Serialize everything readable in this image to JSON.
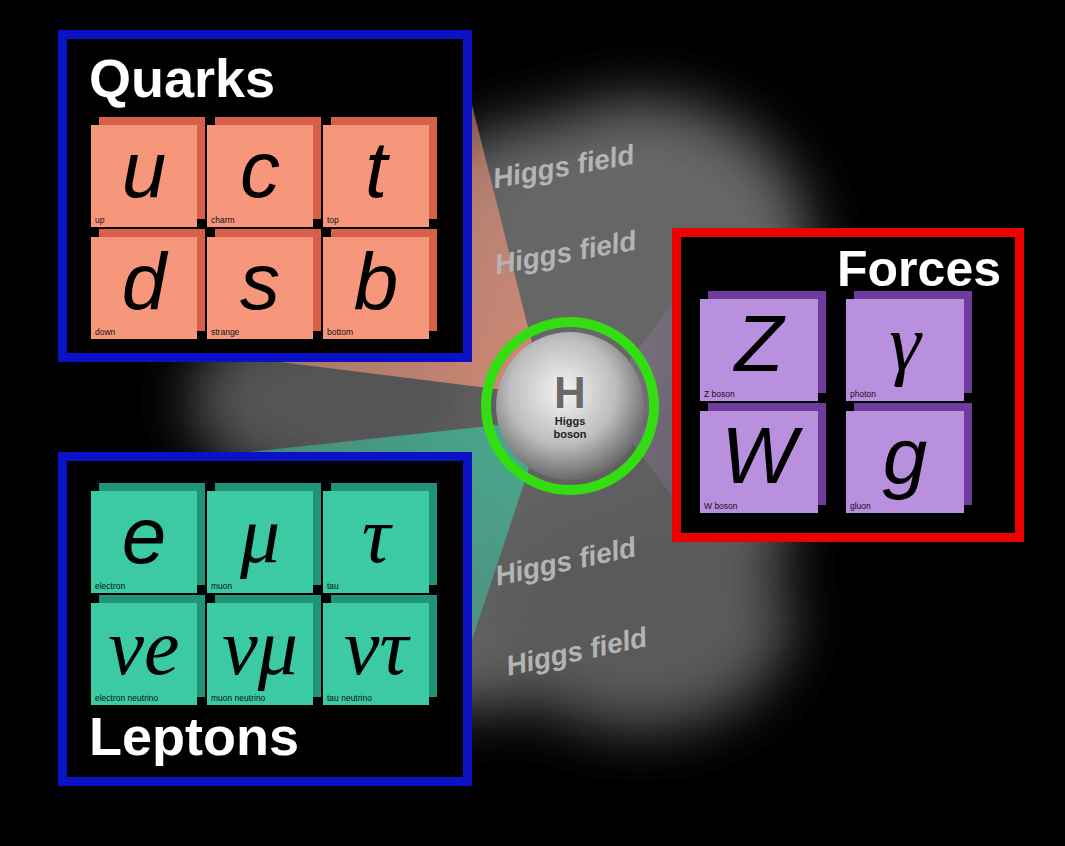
{
  "diagram": {
    "nodes": [
      {
        "text": [
          "Quarks"
        ]
      },
      {
        "text": [
          "u",
          "up"
        ],
        "in": 0
      },
      {
        "text": [
          "c",
          "charm"
        ],
        "in": 0
      },
      {
        "text": [
          "t",
          "top"
        ],
        "in": 0
      },
      {
        "text": [
          "d",
          "down"
        ],
        "in": 0
      },
      {
        "text": [
          "s",
          "strange"
        ],
        "in": 0
      },
      {
        "text": [
          "b",
          "bottom"
        ],
        "in": 0
      },
      {
        "text": [
          "Forces"
        ]
      },
      {
        "text": [
          "Z",
          "Z boson"
        ],
        "in": 7
      },
      {
        "text": [
          "γ",
          "photon"
        ],
        "in": 7
      },
      {
        "text": [
          "W",
          "W boson"
        ],
        "in": 7
      },
      {
        "text": [
          "g",
          "gluon"
        ],
        "in": 7
      },
      {
        "text": [
          "H",
          "Higgs boson"
        ]
      },
      {
        "text": [
          "Leptons"
        ]
      },
      {
        "text": [
          "e",
          "electron"
        ],
        "in": 13
      },
      {
        "text": [
          "μ",
          "muon"
        ],
        "in": 13
      },
      {
        "text": [
          "τ",
          "tau"
        ],
        "in": 13
      },
      {
        "text": [
          "νe",
          "electron neutrino"
        ],
        "in": 13
      },
      {
        "text": [
          "νμ",
          "muon neutrino"
        ],
        "in": 13
      },
      {
        "text": [
          "ντ",
          "tau neutrino"
        ],
        "in": 13
      }
    ],
    "labels": [
      "Higgs field",
      "Higgs field",
      "Higgs field",
      "Higgs field"
    ]
  }
}
